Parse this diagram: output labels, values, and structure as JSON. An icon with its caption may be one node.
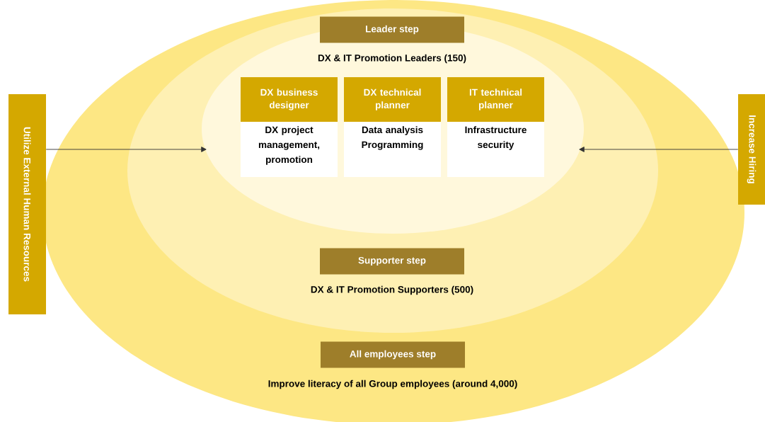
{
  "diagram": {
    "nodes": [
      {
        "text": [
          "All employees step",
          "Improve literacy of all Group employees (around 4,000)"
        ]
      },
      {
        "text": [
          "Supporter step",
          "DX & IT Promotion Supporters (500)"
        ],
        "in": 0
      },
      {
        "text": [
          "Leader step",
          "DX & IT Promotion Leaders (150)"
        ],
        "in": 1
      },
      {
        "text": [
          "DX business designer",
          "DX project management, promotion"
        ],
        "in": 2
      },
      {
        "text": [
          "DX technical planner",
          "Data analysis Programming"
        ],
        "in": 2
      },
      {
        "text": [
          "IT technical planner",
          "Infrastructure security"
        ],
        "in": 2
      },
      {
        "text": [
          "Utilize External Human Resources"
        ]
      },
      {
        "text": [
          "Increase Hiring"
        ]
      }
    ],
    "edges": [
      {
        "from": 6,
        "to": 2,
        "arrow": "to"
      },
      {
        "from": 7,
        "to": 2,
        "arrow": "to"
      }
    ]
  }
}
